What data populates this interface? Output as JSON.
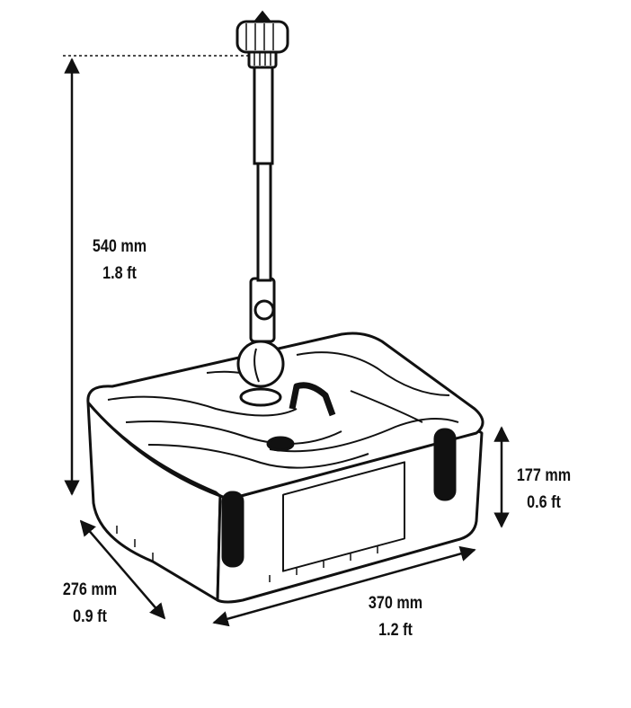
{
  "dimensions": {
    "height": {
      "mm": "540 mm",
      "ft": "1.8 ft"
    },
    "box_height": {
      "mm": "177 mm",
      "ft": "0.6 ft"
    },
    "depth": {
      "mm": "276 mm",
      "ft": "0.9 ft"
    },
    "width": {
      "mm": "370 mm",
      "ft": "1.2 ft"
    }
  },
  "colors": {
    "line": "#111111",
    "background": "#ffffff"
  }
}
